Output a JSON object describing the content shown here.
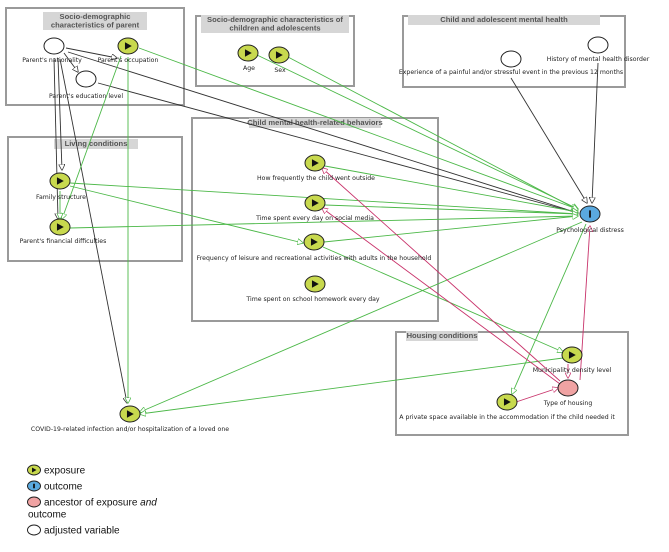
{
  "groups": {
    "parent": "Socio-demographic\ncharacteristics of parent",
    "children": "Socio-demographic characteristics of\nchildren and adolescents",
    "mental": "Child and adolescent mental health",
    "living": "Living conditions",
    "behaviors": "Child mental health-related behaviors",
    "housing": "Housing conditions"
  },
  "nodes": {
    "nationality": {
      "label": "Parent's nationality",
      "kind": "adjusted"
    },
    "occupation": {
      "label": "Parent's occupation",
      "kind": "exposure"
    },
    "education": {
      "label": "Parent's education level",
      "kind": "adjusted"
    },
    "age": {
      "label": "Age",
      "kind": "exposure"
    },
    "sex": {
      "label": "Sex",
      "kind": "exposure"
    },
    "painful_event": {
      "label": "Experience of a painful and/or stressful event in the previous 12 months",
      "kind": "adjusted"
    },
    "mh_history": {
      "label": "History of mental health disorder",
      "kind": "adjusted"
    },
    "family_structure": {
      "label": "Family structure",
      "kind": "exposure"
    },
    "financial": {
      "label": "Parent's financial difficulties",
      "kind": "exposure"
    },
    "outside": {
      "label": "How frequently the child went outside",
      "kind": "exposure"
    },
    "social_media": {
      "label": "Time spent every day on social media",
      "kind": "exposure"
    },
    "leisure": {
      "label": "Frequency of leisure and recreational activities with adults in the household",
      "kind": "exposure"
    },
    "homework": {
      "label": "Time spent on school homework every day",
      "kind": "exposure"
    },
    "distress": {
      "label": "Psychological distress",
      "kind": "outcome"
    },
    "density": {
      "label": "Municipality density level",
      "kind": "exposure"
    },
    "housing_type": {
      "label": "Type of housing",
      "kind": "ancestor"
    },
    "private_space": {
      "label": "A private space available in the accommodation if the child needed it",
      "kind": "exposure"
    },
    "covid": {
      "label": "COVID-19-related infection and/or hospitalization of a loved one",
      "kind": "exposure"
    }
  },
  "edges": [
    {
      "from": "nationality",
      "to": "education",
      "kind": "black"
    },
    {
      "from": "nationality",
      "to": "occupation",
      "kind": "black"
    },
    {
      "from": "nationality",
      "to": "family_structure",
      "kind": "black"
    },
    {
      "from": "nationality",
      "to": "financial",
      "kind": "black"
    },
    {
      "from": "nationality",
      "to": "covid",
      "kind": "black"
    },
    {
      "from": "nationality",
      "to": "distress",
      "kind": "black"
    },
    {
      "from": "education",
      "to": "distress",
      "kind": "black"
    },
    {
      "from": "occupation",
      "to": "financial",
      "kind": "green"
    },
    {
      "from": "occupation",
      "to": "covid",
      "kind": "green"
    },
    {
      "from": "occupation",
      "to": "distress",
      "kind": "green"
    },
    {
      "from": "age",
      "to": "distress",
      "kind": "green"
    },
    {
      "from": "sex",
      "to": "distress",
      "kind": "green"
    },
    {
      "from": "painful_event",
      "to": "distress",
      "kind": "black"
    },
    {
      "from": "mh_history",
      "to": "distress",
      "kind": "black"
    },
    {
      "from": "family_structure",
      "to": "financial",
      "kind": "green"
    },
    {
      "from": "family_structure",
      "to": "leisure",
      "kind": "green"
    },
    {
      "from": "family_structure",
      "to": "distress",
      "kind": "green"
    },
    {
      "from": "financial",
      "to": "distress",
      "kind": "green"
    },
    {
      "from": "outside",
      "to": "distress",
      "kind": "green"
    },
    {
      "from": "social_media",
      "to": "distress",
      "kind": "green"
    },
    {
      "from": "leisure",
      "to": "distress",
      "kind": "green"
    },
    {
      "from": "leisure",
      "to": "density",
      "kind": "green"
    },
    {
      "from": "distress",
      "to": "covid",
      "kind": "green"
    },
    {
      "from": "distress",
      "to": "private_space",
      "kind": "green"
    },
    {
      "from": "density",
      "to": "covid",
      "kind": "green"
    },
    {
      "from": "private_space",
      "to": "housing_type",
      "kind": "pink"
    },
    {
      "from": "housing_type",
      "to": "outside",
      "kind": "pink"
    },
    {
      "from": "housing_type",
      "to": "social_media",
      "kind": "pink"
    },
    {
      "from": "housing_type",
      "to": "distress",
      "kind": "pink"
    },
    {
      "from": "density",
      "to": "housing_type",
      "kind": "pink"
    }
  ],
  "legend": {
    "exposure": "exposure",
    "outcome": "outcome",
    "ancestor_prefix": "ancestor of exposure ",
    "ancestor_and": "and",
    "ancestor_suffix": "outcome",
    "adjusted": "adjusted variable"
  },
  "colors": {
    "exposure": "#c8d94e",
    "outcome": "#5aa9df",
    "ancestor": "#f0a3a3",
    "adjusted": "#ffffff",
    "edge_green": "#4cb848",
    "edge_black": "#333333",
    "edge_pink": "#c8326a",
    "group_border": "#9a9a9a",
    "group_title_bg": "#d6d6d6"
  },
  "icons": {
    "exposure": "play-triangle",
    "outcome": "info-bar"
  }
}
